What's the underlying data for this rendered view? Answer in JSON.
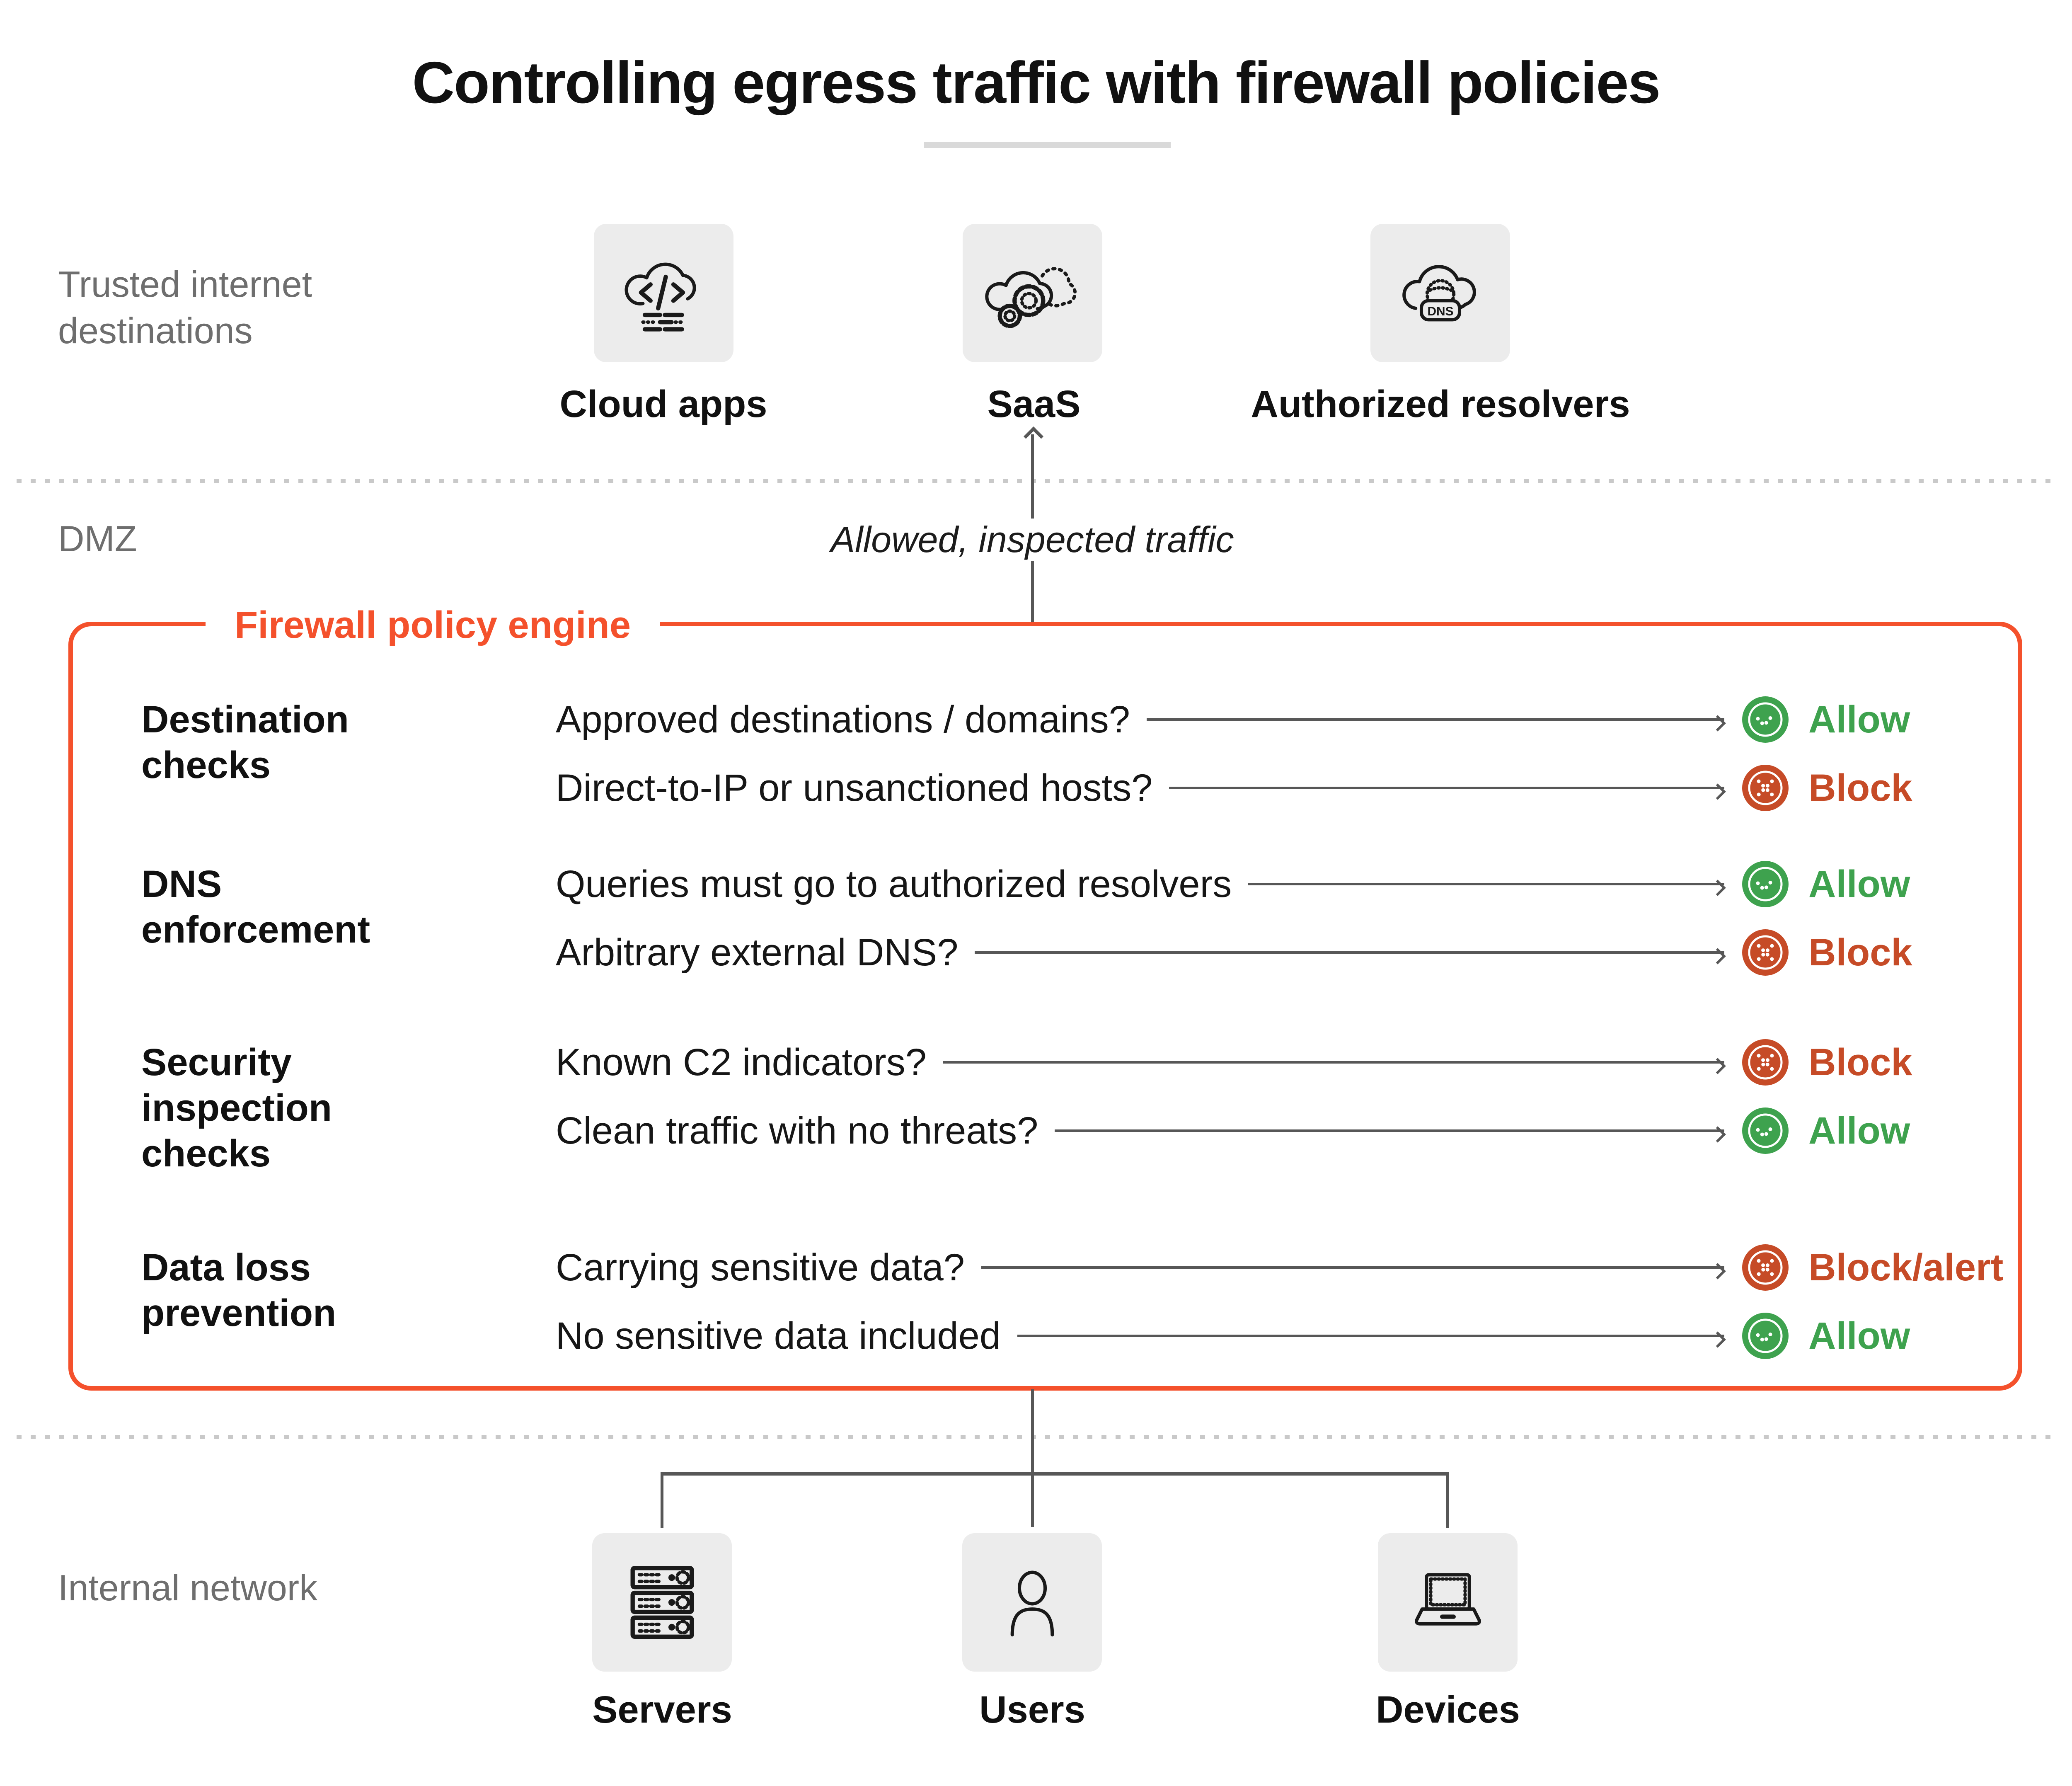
{
  "title": "Controlling egress traffic with firewall policies",
  "zones": {
    "trusted": "Trusted internet destinations",
    "dmz": "DMZ",
    "internal": "Internal network"
  },
  "destinations": [
    {
      "label": "Cloud apps",
      "icon": "cloud-code-icon"
    },
    {
      "label": "SaaS",
      "icon": "cloud-gears-icon"
    },
    {
      "label": "Authorized resolvers",
      "icon": "cloud-dns-icon",
      "icon_text": "DNS"
    }
  ],
  "traffic_note": "Allowed, inspected traffic",
  "firewall": {
    "label": "Firewall policy engine",
    "sections": [
      {
        "header": "Destination checks",
        "rows": [
          {
            "question": "Approved destinations / domains?",
            "outcome": "Allow",
            "status": "allow"
          },
          {
            "question": "Direct-to-IP or unsanctioned hosts?",
            "outcome": "Block",
            "status": "block"
          }
        ]
      },
      {
        "header": "DNS enforcement",
        "rows": [
          {
            "question": "Queries must go to authorized resolvers",
            "outcome": "Allow",
            "status": "allow"
          },
          {
            "question": "Arbitrary external DNS?",
            "outcome": "Block",
            "status": "block"
          }
        ]
      },
      {
        "header": "Security inspection checks",
        "rows": [
          {
            "question": "Known C2 indicators?",
            "outcome": "Block",
            "status": "block"
          },
          {
            "question": "Clean traffic with no threats?",
            "outcome": "Allow",
            "status": "allow"
          }
        ]
      },
      {
        "header": "Data loss prevention",
        "rows": [
          {
            "question": "Carrying sensitive data?",
            "outcome": "Block/alert",
            "status": "block"
          },
          {
            "question": "No sensitive data included",
            "outcome": "Allow",
            "status": "allow"
          }
        ]
      }
    ]
  },
  "internal_nodes": [
    {
      "label": "Servers",
      "icon": "servers-icon"
    },
    {
      "label": "Users",
      "icon": "user-icon"
    },
    {
      "label": "Devices",
      "icon": "laptop-icon"
    }
  ],
  "colors": {
    "allow": "#3ea24e",
    "block": "#c64b27",
    "frame": "#f4512c",
    "line": "#575757"
  }
}
